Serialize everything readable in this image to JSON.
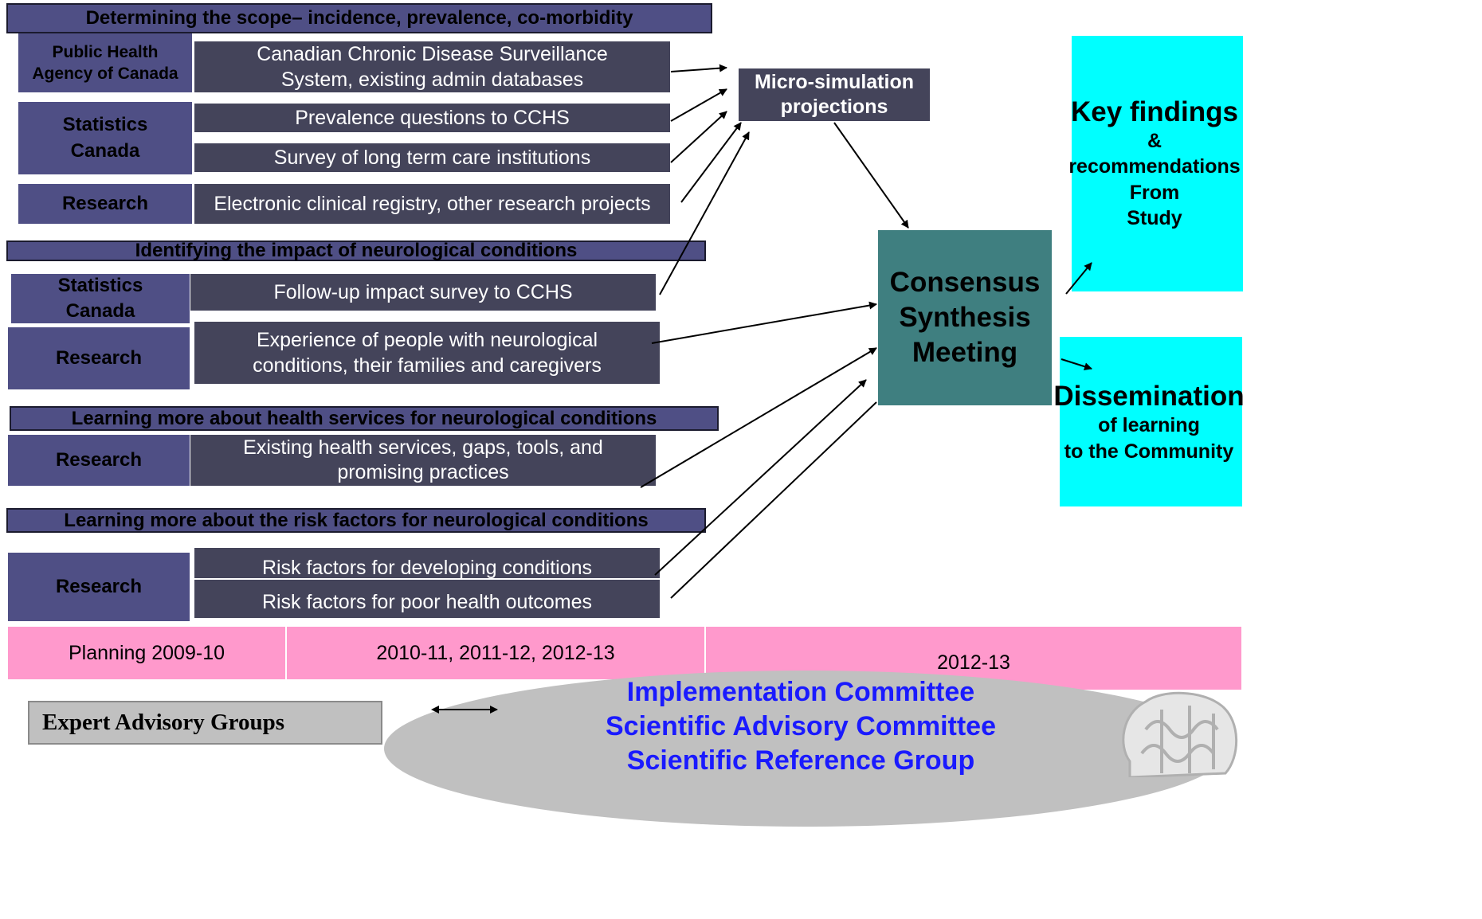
{
  "sections": [
    {
      "title": "Determining the scope– incidence, prevalence, co-morbidity"
    },
    {
      "title": "Identifying the impact of neurological conditions"
    },
    {
      "title": "Learning more about health services for neurological conditions"
    },
    {
      "title": "Learning more about the risk factors for neurological conditions"
    }
  ],
  "sources": {
    "phac": "Public Health Agency of Canada",
    "statcan": "Statistics Canada",
    "research": "Research"
  },
  "items": {
    "ccdss": "Canadian Chronic Disease Surveillance System, existing admin databases",
    "cchs_prev": "Prevalence questions to CCHS",
    "ltc": "Survey of long term care institutions",
    "registry": "Electronic clinical registry, other research projects",
    "followup": "Follow-up impact survey to CCHS",
    "experience": "Experience of people with neurological conditions, their families and caregivers",
    "services": "Existing health services, gaps, tools, and promising practices",
    "risk_dev": "Risk factors for developing  conditions",
    "risk_poor": "Risk factors for poor health outcomes"
  },
  "microsim": "Micro-simulation projections",
  "consensus": "Consensus Synthesis Meeting",
  "key_findings": {
    "title": "Key findings",
    "amp": "&",
    "rec": "recommendations",
    "from": "From",
    "study": "Study"
  },
  "dissemination": {
    "title": "Dissemination",
    "line2": "of learning",
    "line3": "to the Community"
  },
  "timeline": [
    "Planning 2009-10",
    "2010-11, 2011-12, 2012-13",
    "2012-13"
  ],
  "expert_groups": "Expert Advisory Groups",
  "committees": [
    "Implementation Committee",
    "Scientific Advisory Committee",
    "Scientific Reference Group"
  ],
  "colors": {
    "header_fill": "#4f4f85",
    "item_fill": "#44445a",
    "consensus_fill": "#3f7f80",
    "cyan": "#00ffff",
    "timeline_pink": "#ff99cc",
    "committee_text": "#1a1aff",
    "ellipse_gray": "#c0c0c0"
  }
}
